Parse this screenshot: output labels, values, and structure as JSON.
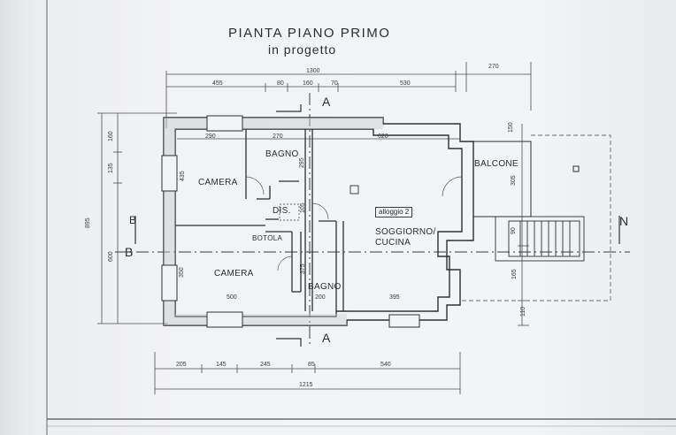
{
  "title": "PIANTA PIANO PRIMO",
  "subtitle": "in progetto",
  "rooms": {
    "camera_top": "CAMERA",
    "bagno_top": "BAGNO",
    "dis": "DIS.",
    "botola": "BOTOLA",
    "camera_bottom": "CAMERA",
    "bagno_bottom": "BAGNO",
    "soggiorno_line1": "SOGGIORNO/",
    "soggiorno_line2": "CUCINA",
    "balcone": "BALCONE"
  },
  "unit_tag": "alloggio 2",
  "section_marks": {
    "a_top": "A",
    "a_bottom": "A",
    "b_left": "B",
    "b_left_arrow": "B",
    "b_right": "N"
  },
  "dimensions": {
    "top_total": "1300",
    "top_balcony": "270",
    "top_segments": [
      "455",
      "80",
      "160",
      "70",
      "530"
    ],
    "inner_top": [
      "290",
      "270",
      "620"
    ],
    "bottom_segments": [
      "205",
      "145",
      "245",
      "85",
      "540"
    ],
    "bottom_total": "1215",
    "inner_bottom": [
      "500",
      "200",
      "395"
    ],
    "left_total": "895",
    "left_segments": [
      "160",
      "135",
      "600"
    ],
    "inner_left": [
      "435",
      "350"
    ],
    "inner_mid": [
      "295",
      "105",
      "375"
    ],
    "right_segments": [
      "150",
      "305",
      "90",
      "165",
      "110"
    ]
  }
}
